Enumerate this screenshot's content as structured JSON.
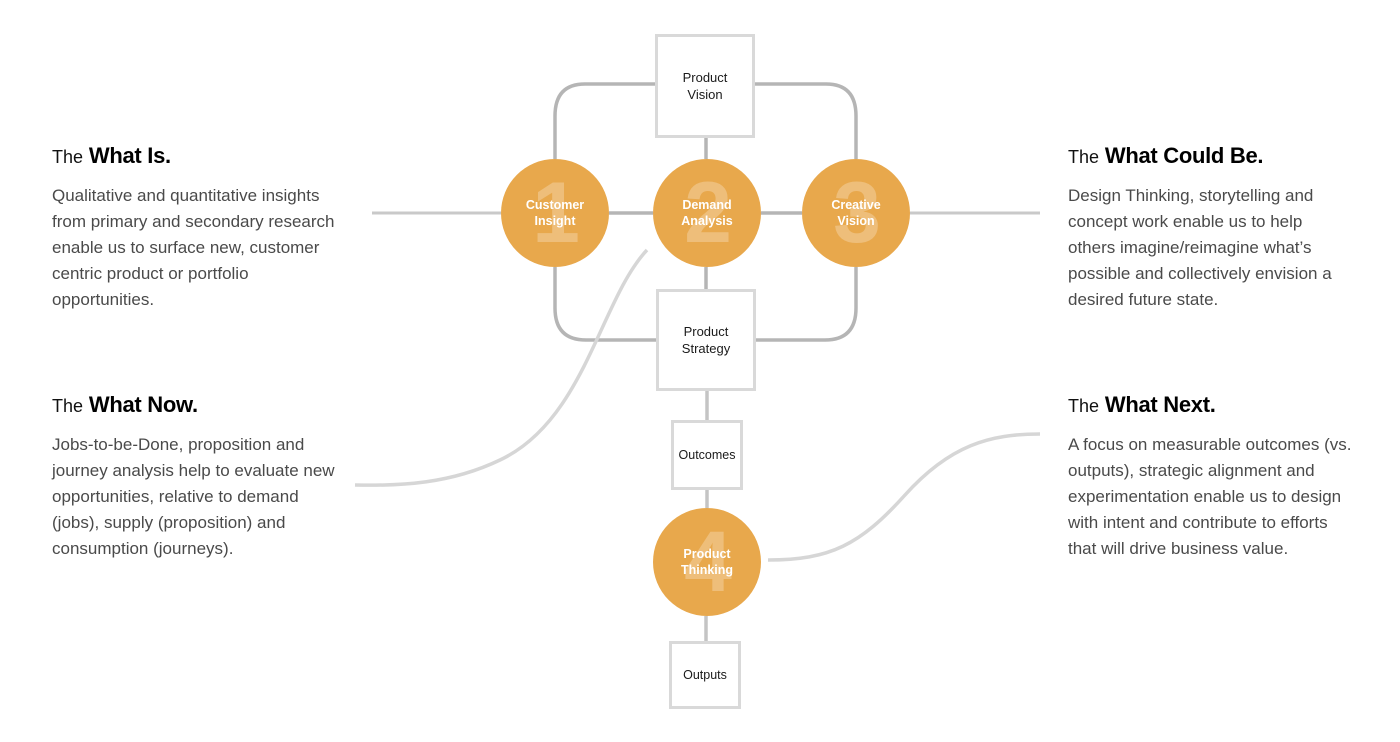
{
  "blocks": [
    {
      "id": "what-is",
      "lead": "The",
      "strong": "What Is.",
      "body": "Qualitative and quantitative insights from primary and secondary research enable us to surface new, customer centric product or portfolio opportunities."
    },
    {
      "id": "what-could-be",
      "lead": "The",
      "strong": "What Could Be.",
      "body": "Design Thinking, storytelling and concept work enable us to help others imagine/reimagine what’s possible and collectively envision a desired future state."
    },
    {
      "id": "what-now",
      "lead": "The",
      "strong": "What Now.",
      "body": "Jobs-to-be-Done, proposition and journey analysis help to evaluate new opportunities, relative to demand (jobs), supply (proposition) and consumption (journeys)."
    },
    {
      "id": "what-next",
      "lead": "The",
      "strong": "What Next.",
      "body": "A focus on measurable outcomes (vs. outputs), strategic alignment and experimentation enable us to design with intent and contribute to efforts that will drive business value."
    }
  ],
  "boxes": {
    "product_vision": "Product\nVision",
    "product_strategy": "Product\nStrategy",
    "outcomes": "Outcomes",
    "outputs": "Outputs"
  },
  "circles": [
    {
      "number": "1",
      "label": "Customer\nInsight"
    },
    {
      "number": "2",
      "label": "Demand\nAnalysis"
    },
    {
      "number": "3",
      "label": "Creative\nVision"
    },
    {
      "number": "4",
      "label": "Product\nThinking"
    }
  ],
  "colors": {
    "circle_fill": "#e8a84c",
    "connector_dark": "#b5b5b5",
    "connector_light": "#d6d6d6",
    "box_border": "#d9d9d9",
    "heading_text": "#000000",
    "body_text": "#4a4a4a"
  }
}
